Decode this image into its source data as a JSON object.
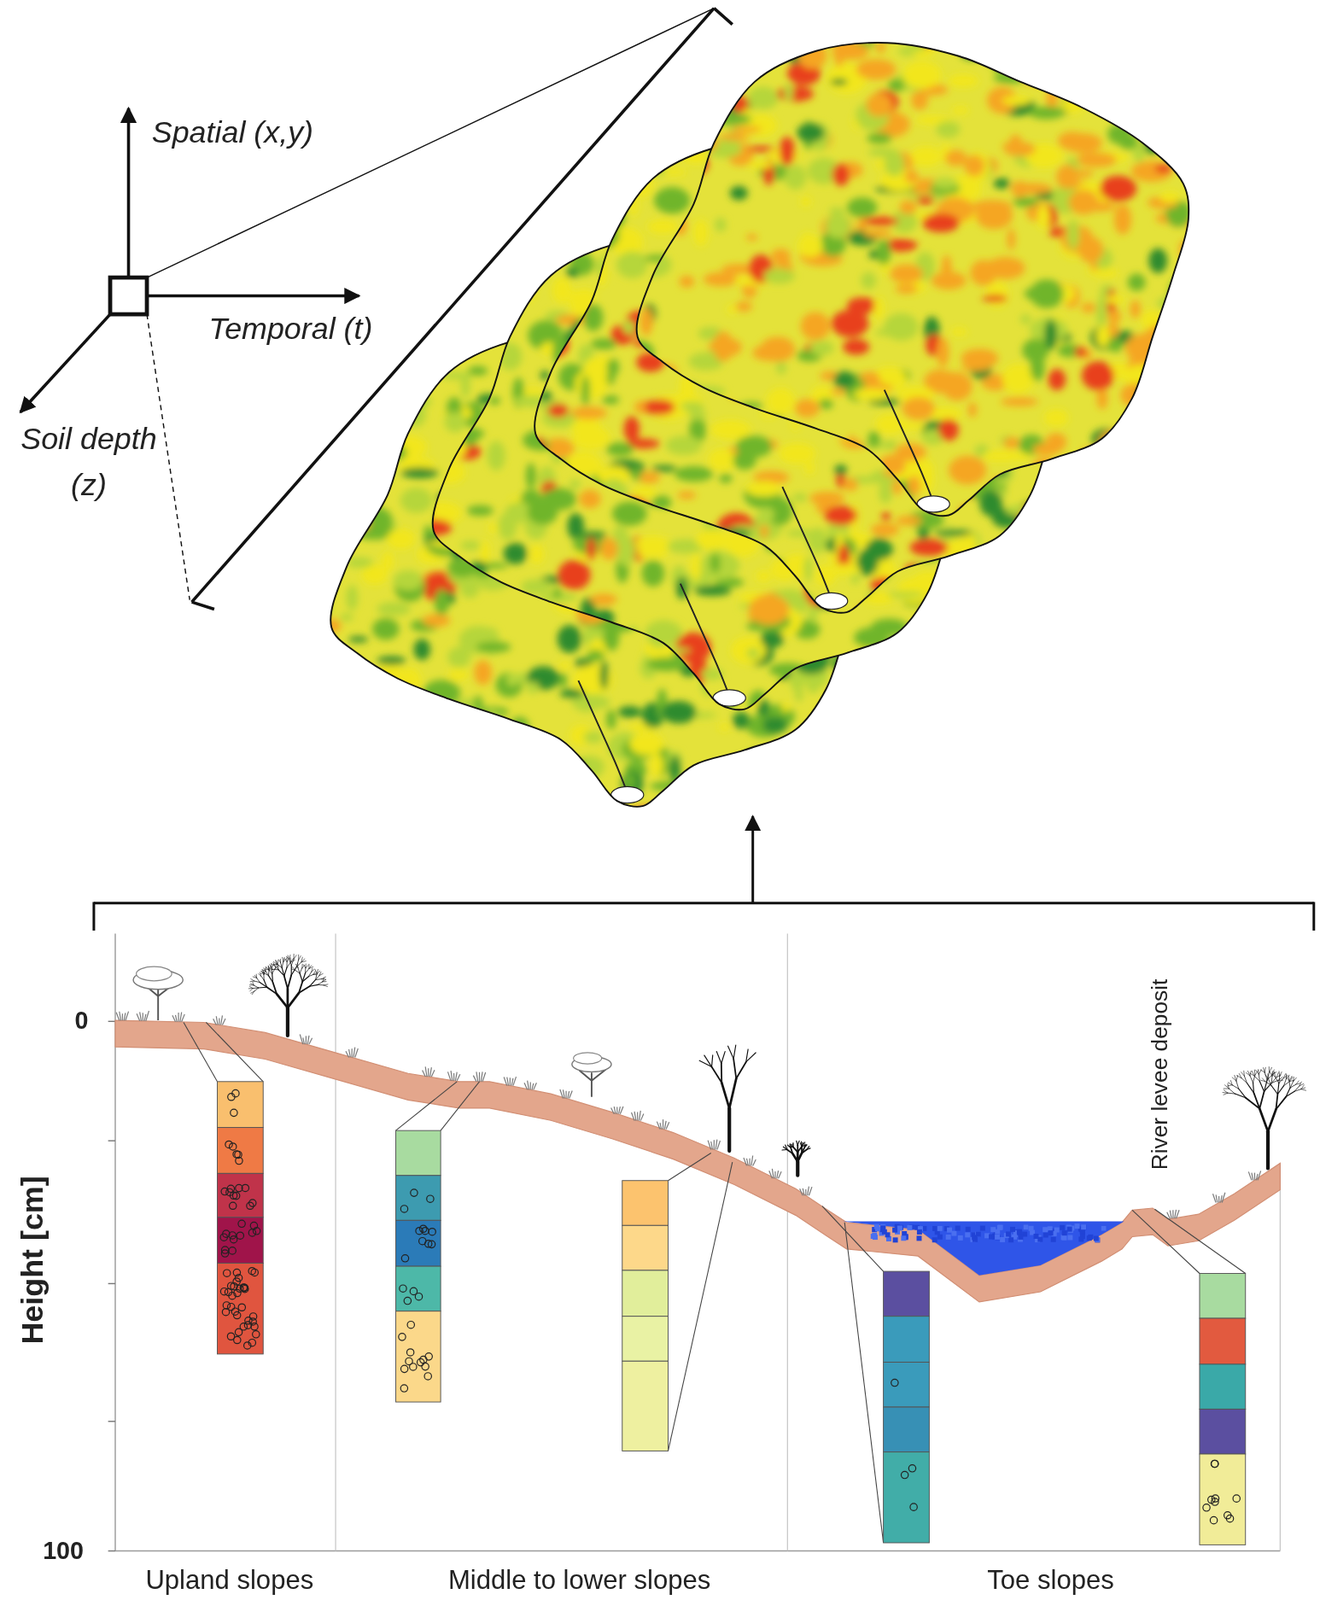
{
  "diagram": {
    "labels": [
      "Spatial (x,y)",
      "Temporal (t)",
      "Soil depth (z)",
      "River levee deposit",
      "Height [cm]",
      "0",
      "100",
      "Upland slopes",
      "Middle to lower slopes",
      "Toe slopes"
    ]
  }
}
